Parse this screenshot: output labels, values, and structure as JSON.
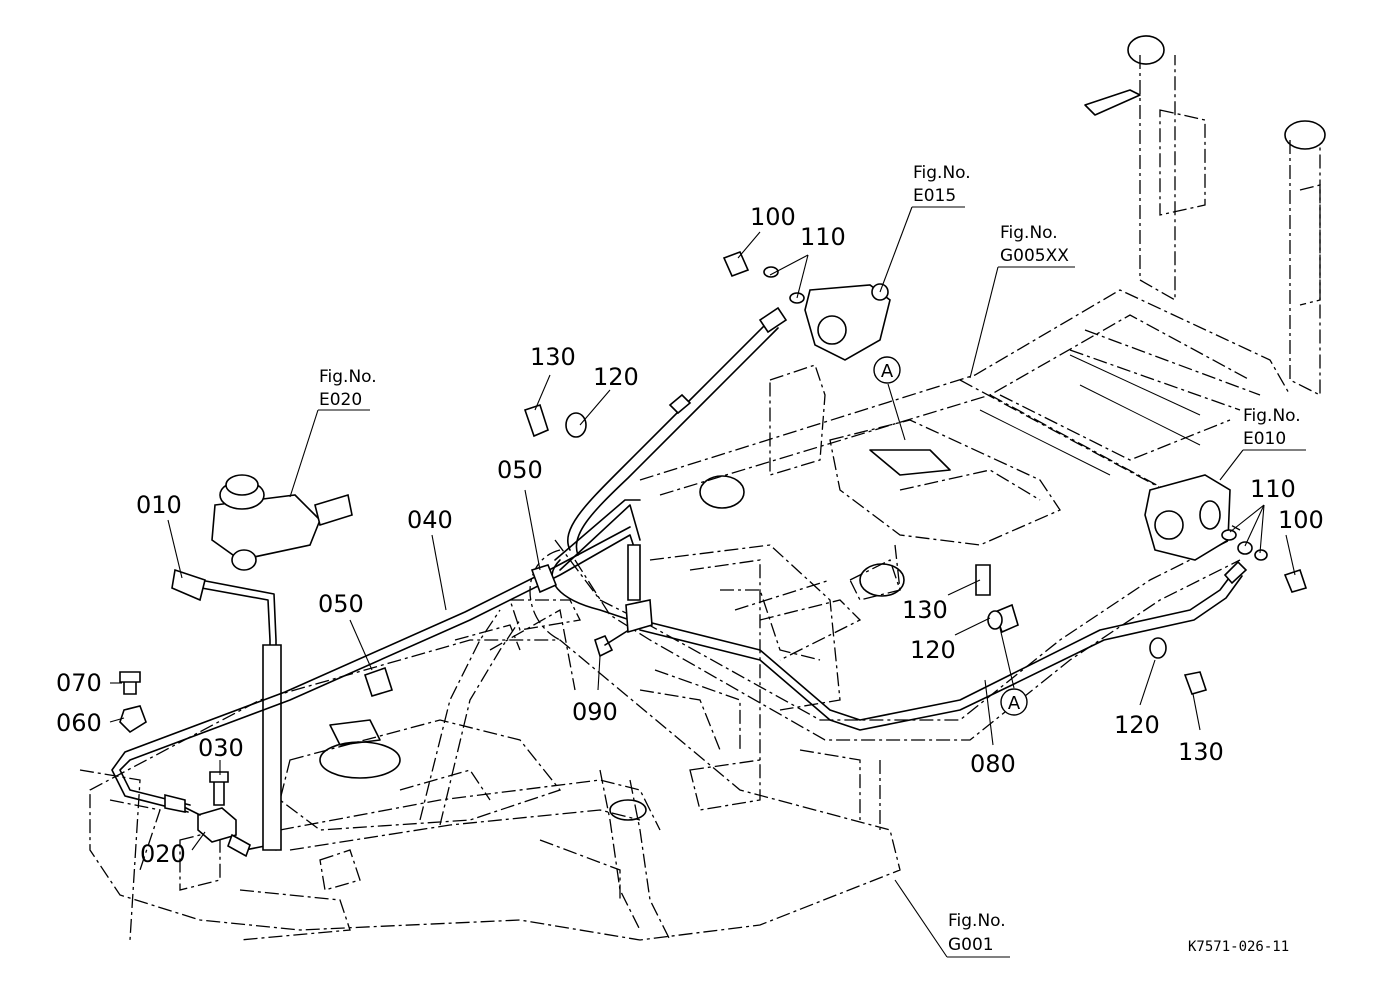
{
  "callouts": {
    "p010": "010",
    "p020": "020",
    "p030": "030",
    "p040": "040",
    "p050a": "050",
    "p050b": "050",
    "p060": "060",
    "p070": "070",
    "p080": "080",
    "p090": "090",
    "p100a": "100",
    "p100b": "100",
    "p110a": "110",
    "p110b": "110",
    "p120a": "120",
    "p120b": "120",
    "p120c": "120",
    "p130a": "130",
    "p130b": "130",
    "p130c": "130"
  },
  "fig_refs": {
    "e015": {
      "line1": "Fig.No.",
      "line2": "E015"
    },
    "g005xx": {
      "line1": "Fig.No.",
      "line2": "G005XX"
    },
    "e020": {
      "line1": "Fig.No.",
      "line2": "E020"
    },
    "e010": {
      "line1": "Fig.No.",
      "line2": "E010"
    },
    "g001": {
      "line1": "Fig.No.",
      "line2": "G001"
    }
  },
  "markers": {
    "a_top": "A",
    "a_bottom": "A"
  },
  "drawing_code": "K7571-026-11"
}
